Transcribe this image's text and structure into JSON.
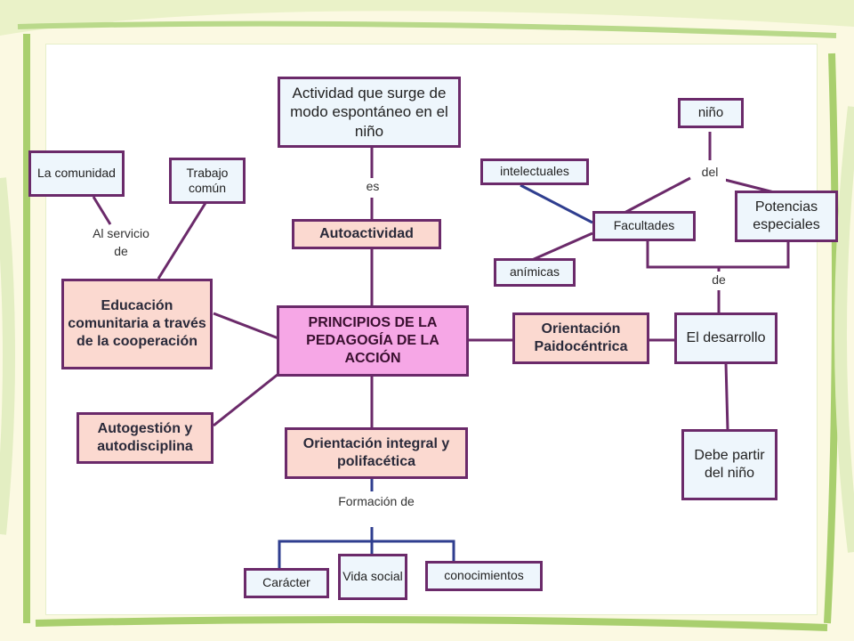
{
  "nodes": {
    "center": "PRINCIPIOS DE LA PEDAGOGÍA DE LA ACCIÓN",
    "actividad": "Actividad que surge de modo espontáneo en el niño",
    "autoactividad": "Autoactividad",
    "la_comunidad": "La comunidad",
    "trabajo_comun": "Trabajo común",
    "educacion": "Educación comunitaria a través de la cooperación",
    "autogestion": "Autogestión y autodisciplina",
    "orientacion_integral": "Orientación integral y polifacética",
    "caracter": "Carácter",
    "vida_social": "Vida social",
    "conocimientos": "conocimientos",
    "orientacion_paido": "Orientación Paidocéntrica",
    "el_desarrollo": "El desarrollo",
    "debe_partir": "Debe partir del niño",
    "nino": "niño",
    "intelectuales": "intelectuales",
    "facultades": "Facultades",
    "animicas": "anímicas",
    "potencias": "Potencias especiales"
  },
  "labels": {
    "es": "es",
    "al_servicio": "Al servicio de",
    "formacion": "Formación de",
    "del": "del",
    "de": "de"
  }
}
